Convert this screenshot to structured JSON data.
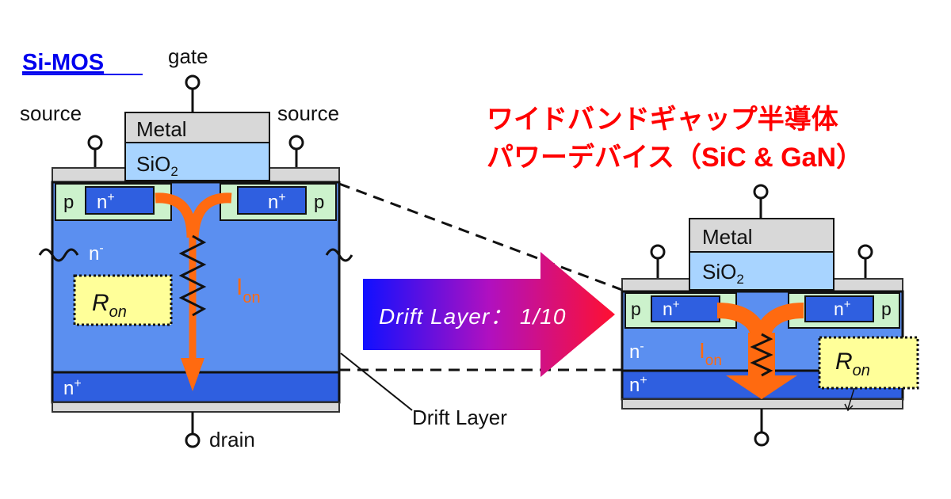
{
  "left_device": {
    "title": "Si-MOS",
    "gate_label": "gate",
    "source_left_label": "source",
    "source_right_label": "source",
    "drain_label": "drain",
    "metal_label": "Metal",
    "oxide_label": "SiO",
    "oxide_subscript": "2",
    "p_left_label": "p",
    "p_right_label": "p",
    "nplus_left_label": "n",
    "nplus_right_label": "n",
    "nplus_sup": "+",
    "nminus_label": "n",
    "nminus_sup": "-",
    "substrate_label": "n",
    "substrate_sup": "+",
    "ron_main": "R",
    "ron_sub": "on",
    "ion_main": "I",
    "ion_sub": "on"
  },
  "arrow": {
    "text": "Drift Layer： 1/10",
    "colors": [
      "#1010ff",
      "#ff1030"
    ]
  },
  "drift_callout": "Drift Layer",
  "right_title": {
    "line1": "ワイドバンドギャップ半導体",
    "line2": "パワーデバイス（SiC & GaN）",
    "color": "#ff0000"
  },
  "right_device": {
    "metal_label": "Metal",
    "oxide_label": "SiO",
    "oxide_subscript": "2",
    "p_left_label": "p",
    "p_right_label": "p",
    "nplus_left_label": "n",
    "nplus_right_label": "n",
    "nplus_sup": "+",
    "nminus_label": "n",
    "nminus_sup": "-",
    "substrate_label": "n",
    "substrate_sup": "+",
    "ron_main": "R",
    "ron_sub": "on",
    "ion_main": "I",
    "ion_sub": "on"
  },
  "colors": {
    "drift": "#5b8ff0",
    "substrate": "#2f5fe0",
    "p_region": "#ccf2cc",
    "oxide": "#a8d4ff",
    "metal": "#d8d8d8",
    "current": "#ff6a10",
    "ron_box": "#ffff99"
  }
}
